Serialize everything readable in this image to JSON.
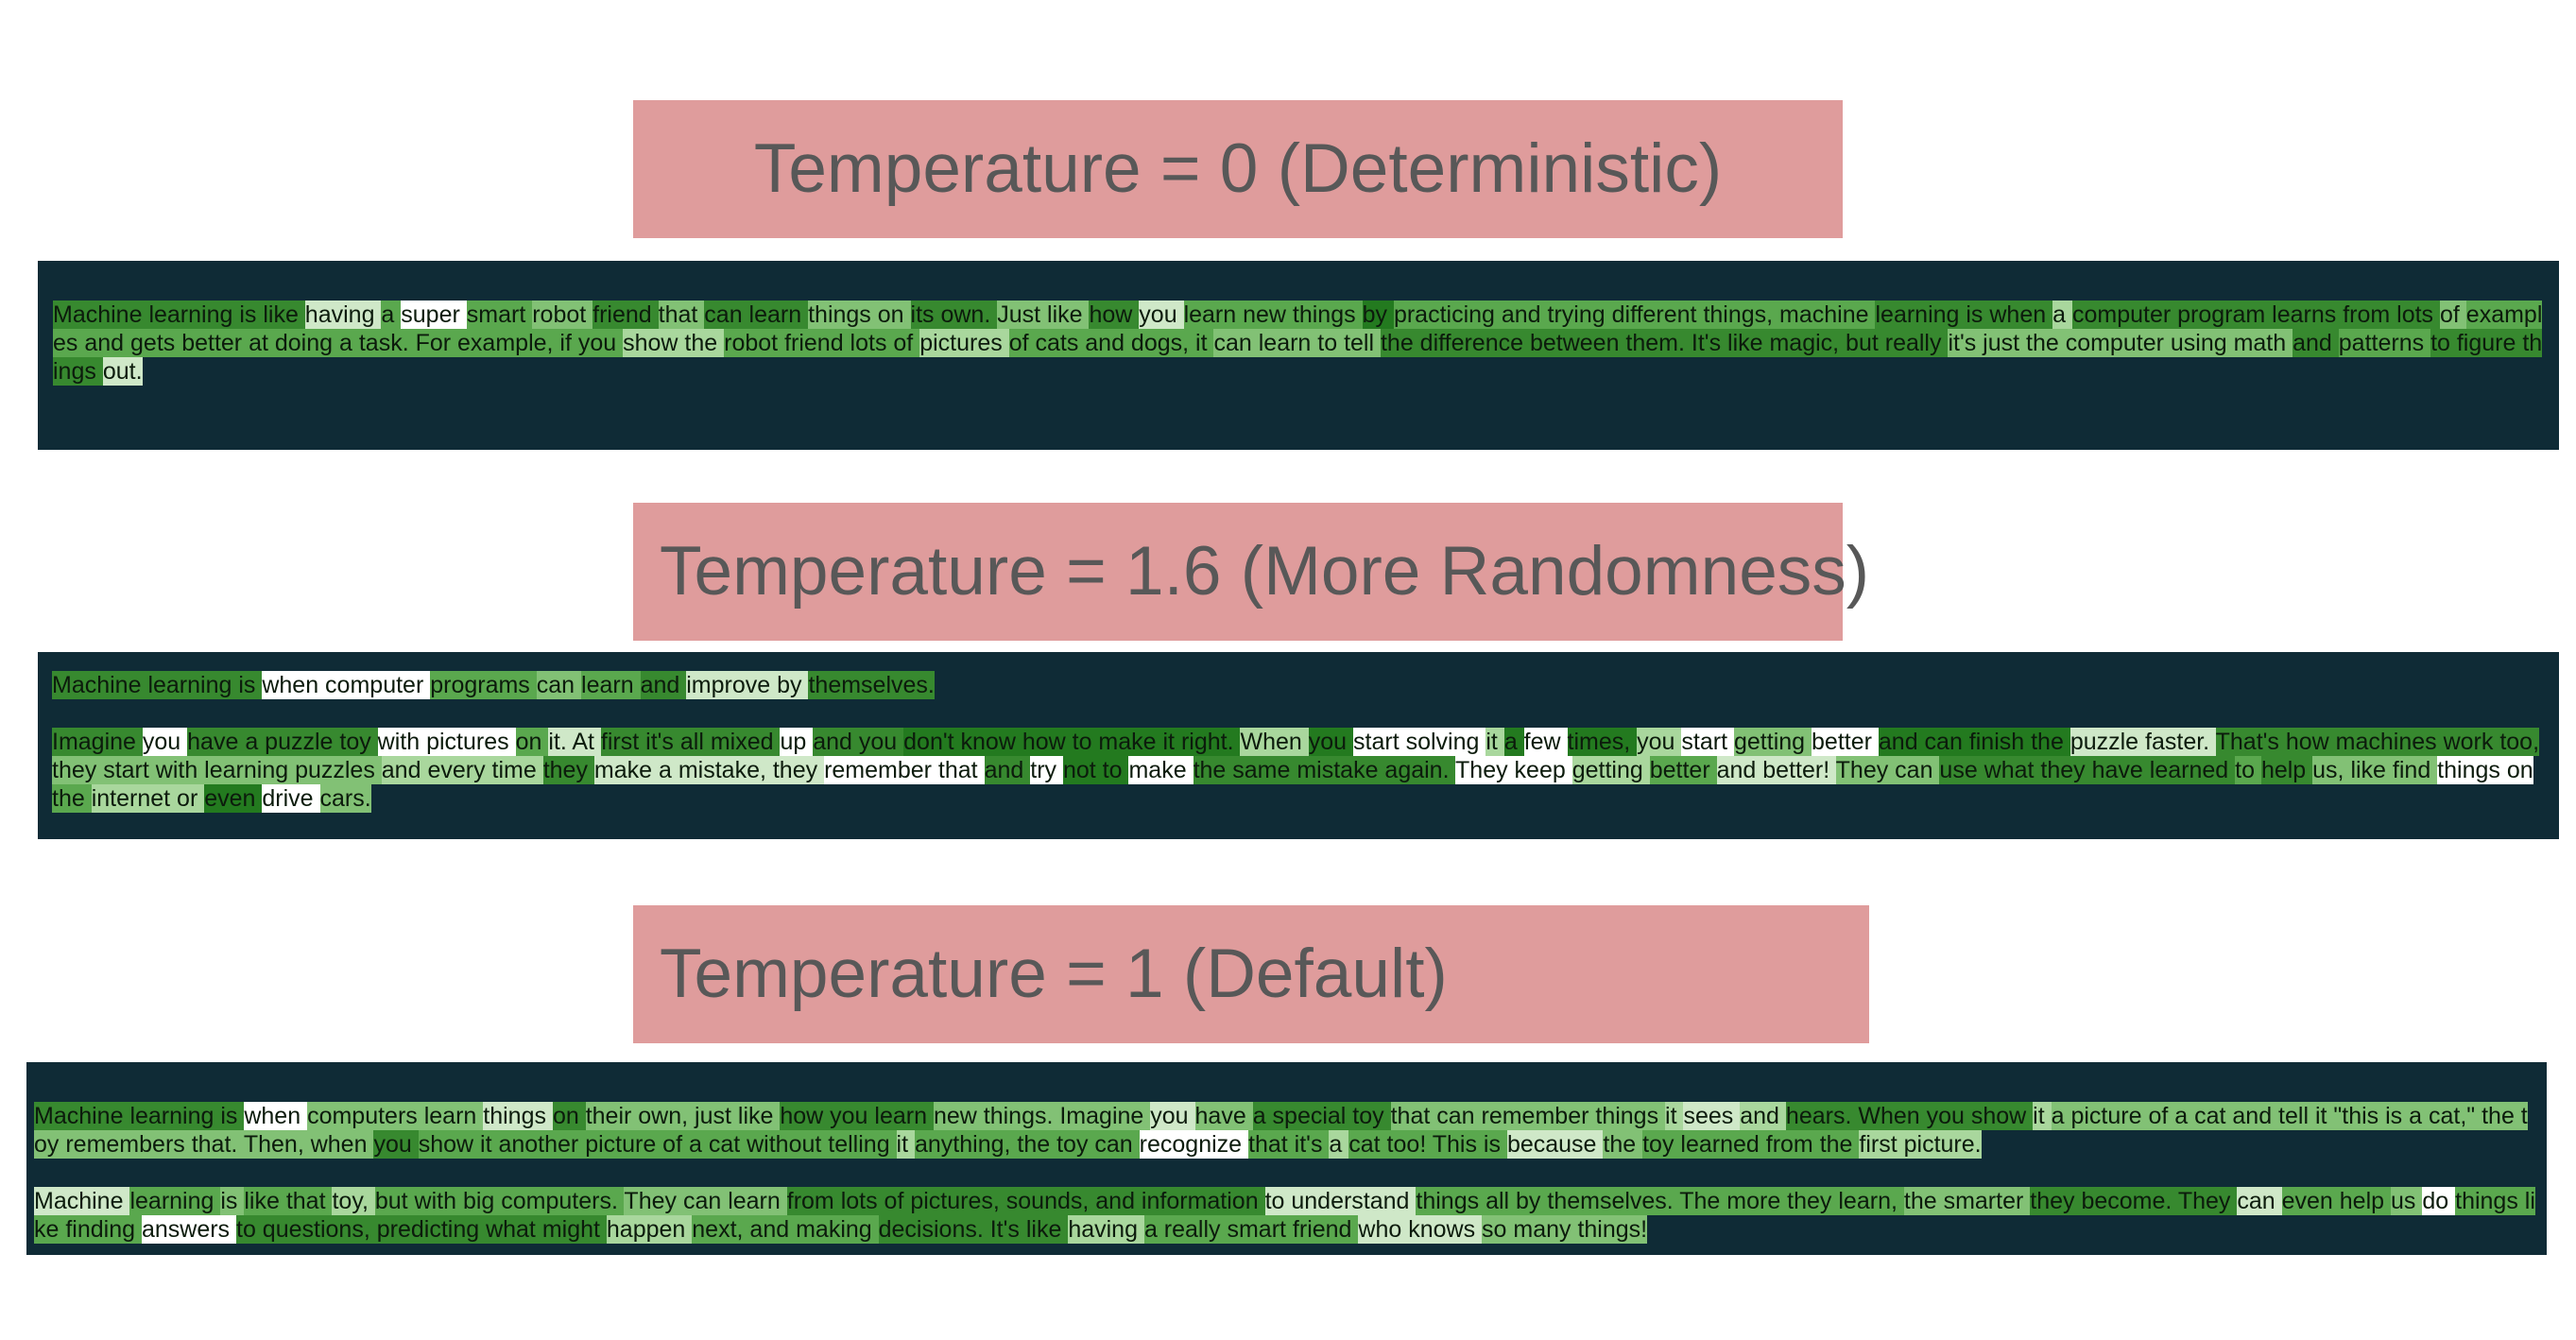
{
  "sections": [
    {
      "title": "Temperature = 0 (Deterministic)",
      "paragraphs": [
        [
          [
            "Machine learning is like ",
            5
          ],
          [
            "having ",
            1
          ],
          [
            "a ",
            4
          ],
          [
            "super ",
            0
          ],
          [
            "smart ",
            4
          ],
          [
            "robot ",
            3
          ],
          [
            "friend ",
            5
          ],
          [
            "that ",
            3
          ],
          [
            "can learn ",
            5
          ],
          [
            "things on ",
            3
          ],
          [
            "its own. ",
            5
          ],
          [
            "Just like ",
            3
          ],
          [
            "how ",
            5
          ],
          [
            "you ",
            1
          ],
          [
            "learn new things ",
            4
          ],
          [
            "by ",
            6
          ],
          [
            "practicing and trying different things, machine ",
            4
          ],
          [
            "learning is when ",
            5
          ],
          [
            "a ",
            2
          ],
          [
            "computer program learns from lots ",
            5
          ],
          [
            "of ",
            3
          ],
          [
            "examples and gets better at doing a task. For example, if you ",
            4
          ],
          [
            "show the ",
            2
          ],
          [
            "robot friend lots of ",
            4
          ],
          [
            "pictures ",
            2
          ],
          [
            "of cats and dogs, it ",
            4
          ],
          [
            "can learn to tell ",
            3
          ],
          [
            "the difference between them. It's like magic, but really ",
            5
          ],
          [
            "it's just the computer using math ",
            3
          ],
          [
            "and ",
            5
          ],
          [
            "patterns ",
            4
          ],
          [
            "to figure things ",
            5
          ],
          [
            "out. ",
            1
          ]
        ]
      ]
    },
    {
      "title": "Temperature = 1.6 (More Randomness)",
      "paragraphs": [
        [
          [
            "Machine learning is ",
            5
          ],
          [
            "when computer ",
            0
          ],
          [
            "programs ",
            4
          ],
          [
            "can ",
            3
          ],
          [
            "learn ",
            4
          ],
          [
            "and ",
            5
          ],
          [
            "improve by ",
            1
          ],
          [
            "themselves.",
            5
          ],
          [
            "   ",
            4
          ]
        ],
        [
          [
            "Imagine ",
            5
          ],
          [
            "you ",
            0
          ],
          [
            "have a puzzle toy ",
            5
          ],
          [
            "with pictures ",
            0
          ],
          [
            "on ",
            4
          ],
          [
            "it. At ",
            1
          ],
          [
            "first it's all mixed ",
            5
          ],
          [
            "up ",
            0
          ],
          [
            "and you ",
            5
          ],
          [
            "don't know how to make it right. ",
            6
          ],
          [
            "When ",
            2
          ],
          [
            "you ",
            6
          ],
          [
            "start solving ",
            0
          ],
          [
            "it ",
            2
          ],
          [
            "a ",
            6
          ],
          [
            "few ",
            0
          ],
          [
            "times, ",
            6
          ],
          [
            "you ",
            2
          ],
          [
            "start ",
            0
          ],
          [
            "getting ",
            3
          ],
          [
            "better ",
            0
          ],
          [
            "and can finish the ",
            6
          ],
          [
            "puzzle faster. ",
            1
          ],
          [
            "That's how machines work too, ",
            5
          ],
          [
            "they start with learning puzzles ",
            3
          ],
          [
            "and every time ",
            2
          ],
          [
            "they ",
            5
          ],
          [
            "make a mistake, they ",
            1
          ],
          [
            "remember that ",
            0
          ],
          [
            "and ",
            5
          ],
          [
            "try ",
            0
          ],
          [
            "not to ",
            6
          ],
          [
            "make ",
            0
          ],
          [
            "the same mistake again. ",
            5
          ],
          [
            "They keep ",
            0
          ],
          [
            "getting ",
            2
          ],
          [
            "better ",
            4
          ],
          [
            "and better! ",
            1
          ],
          [
            "They can ",
            3
          ],
          [
            "use what they have learned ",
            5
          ],
          [
            "to ",
            4
          ],
          [
            "help ",
            5
          ],
          [
            "us, like find ",
            3
          ],
          [
            "things on ",
            0
          ],
          [
            "the ",
            4
          ],
          [
            "internet or ",
            2
          ],
          [
            "even ",
            6
          ],
          [
            "drive ",
            0
          ],
          [
            "cars.",
            3
          ]
        ]
      ]
    },
    {
      "title": "Temperature = 1 (Default)",
      "paragraphs": [
        [
          [
            "Machine learning is ",
            5
          ],
          [
            "when ",
            0
          ],
          [
            "computers learn ",
            3
          ],
          [
            "things ",
            1
          ],
          [
            "on ",
            5
          ],
          [
            "their own, just like ",
            3
          ],
          [
            "how you learn ",
            5
          ],
          [
            "new things. Imagine ",
            3
          ],
          [
            "you ",
            1
          ],
          [
            "have ",
            3
          ],
          [
            "a special toy ",
            5
          ],
          [
            "that can remember things ",
            3
          ],
          [
            "it ",
            2
          ],
          [
            "sees ",
            1
          ],
          [
            "and ",
            2
          ],
          [
            "hears. When you show ",
            5
          ],
          [
            "it ",
            2
          ],
          [
            "a picture of a cat and tell it \"this is a cat,\" the toy remembers that. Then, when ",
            3
          ],
          [
            "you ",
            5
          ],
          [
            "show it another picture of a cat without telling ",
            4
          ],
          [
            "it ",
            2
          ],
          [
            "anything, the toy can ",
            4
          ],
          [
            "recognize ",
            0
          ],
          [
            "that it's ",
            4
          ],
          [
            "a ",
            2
          ],
          [
            "cat too! This is ",
            4
          ],
          [
            "because ",
            1
          ],
          [
            "the ",
            3
          ],
          [
            "toy learned from the ",
            4
          ],
          [
            "first picture. ",
            2
          ]
        ],
        [
          [
            "Machine ",
            1
          ],
          [
            "learning ",
            4
          ],
          [
            "is ",
            3
          ],
          [
            "like that ",
            4
          ],
          [
            "toy, ",
            2
          ],
          [
            "but with big computers. ",
            4
          ],
          [
            "They can learn ",
            3
          ],
          [
            "from lots of pictures, sounds, and information ",
            5
          ],
          [
            "to understand ",
            1
          ],
          [
            "things all by themselves. The more they learn, ",
            4
          ],
          [
            "the smarter ",
            3
          ],
          [
            "they become. They ",
            5
          ],
          [
            "can ",
            1
          ],
          [
            "even help ",
            4
          ],
          [
            "us ",
            3
          ],
          [
            "do ",
            0
          ],
          [
            "things like finding ",
            4
          ],
          [
            "answers ",
            0
          ],
          [
            "to questions, predicting what might ",
            5
          ],
          [
            "happen ",
            2
          ],
          [
            "next, and making ",
            4
          ],
          [
            "decisions. It's like ",
            5
          ],
          [
            "having ",
            2
          ],
          [
            "a really smart friend ",
            4
          ],
          [
            "who knows ",
            1
          ],
          [
            "so many things!",
            3
          ]
        ]
      ]
    }
  ]
}
